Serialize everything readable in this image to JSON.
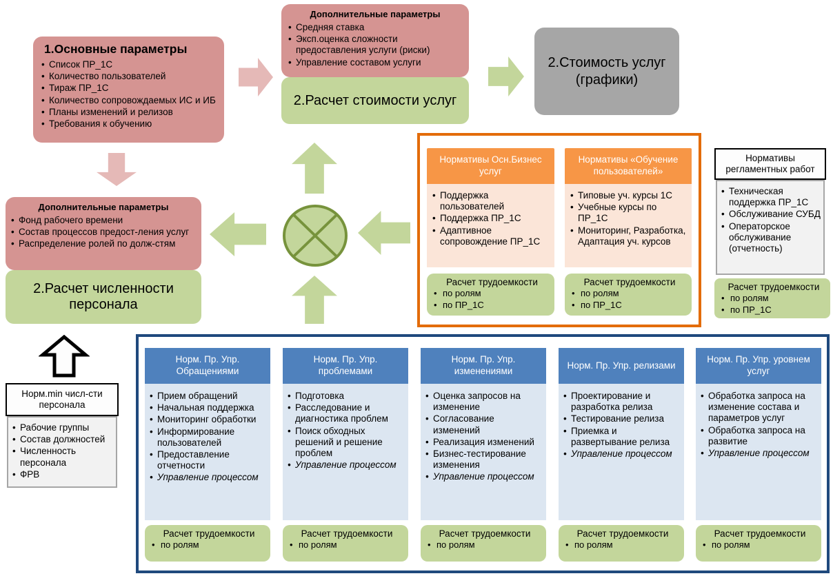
{
  "colors": {
    "pink_box": "#d59492",
    "pink_arrow": "#e5b9b7",
    "green_box": "#c3d69b",
    "green_border": "#77933c",
    "gray_box": "#a6a6a6",
    "orange_header": "#f79646",
    "orange_body": "#fbe5d8",
    "orange_border": "#e36c0a",
    "blue_header": "#4f81bd",
    "blue_body": "#dce6f1",
    "blue_border": "#1f497d",
    "light_gray_body": "#f2f2f2"
  },
  "flow": {
    "basic": {
      "title": "1.Основные параметры",
      "items": [
        "Список ПР_1С",
        "Количество пользователей",
        "Тираж ПР_1С",
        "Количество сопровождаемых ИС и ИБ",
        "Планы изменений и релизов",
        "Требования к обучению"
      ]
    },
    "add_cost": {
      "title": "Дополнительные параметры",
      "items": [
        "Средняя ставка",
        "Эксп.оценка сложности предоставления услуги (риски)",
        "Управление составом услуги"
      ]
    },
    "cost_calc": "2.Расчет стоимости услуг",
    "cost_output": "2.Стоимость услуг (графики)",
    "add_staff": {
      "title": "Дополнительные параметры",
      "items": [
        "Фонд рабочего времени",
        "Состав процессов предост-ления услуг",
        "Распределение ролей по долж-стям"
      ]
    },
    "staff_calc": "2.Расчет численности персонала",
    "min_staff": {
      "title": "Норм.min числ-сти персонала",
      "items": [
        "Рабочие группы",
        "Состав должностей",
        "Численность персонала",
        "ФРВ"
      ]
    }
  },
  "business_norms": {
    "box1": {
      "title": "Нормативы Осн.Бизнес услуг",
      "items": [
        "Поддержка пользователей",
        "Поддержка ПР_1С",
        "Адаптивное сопровождение ПР_1С"
      ],
      "calc": {
        "title": "Расчет трудоемкости",
        "items": [
          "по ролям",
          "по ПР_1С"
        ]
      }
    },
    "box2": {
      "title": "Нормативы «Обучение пользователей»",
      "items": [
        "Типовые уч. курсы 1С",
        "Учебные курсы по ПР_1С",
        "Мониторинг, Разработка, Адаптация  уч. курсов"
      ],
      "calc": {
        "title": "Расчет трудоемкости",
        "items": [
          "по ролям",
          "по ПР_1С"
        ]
      }
    }
  },
  "regulatory": {
    "title": "Нормативы регламентных работ",
    "items": [
      "Техническая поддержка ПР_1С",
      "Обслуживание СУБД",
      "Операторское обслуживание (отчетность)"
    ],
    "calc": {
      "title": "Расчет трудоемкости",
      "items": [
        "по ролям",
        "по ПР_1С"
      ]
    }
  },
  "process_norms": {
    "columns": [
      {
        "title": "Норм. Пр. Упр. Обращениями",
        "items": [
          "Прием обращений",
          "Начальная поддержка",
          "Мониторинг обработки",
          "Информирование пользователей",
          "Предоставление отчетности",
          {
            "text": "Управление процессом",
            "italic": true
          }
        ],
        "calc": {
          "title": "Расчет трудоемкости",
          "items": [
            "по ролям"
          ]
        }
      },
      {
        "title": "Норм. Пр. Упр. проблемами",
        "items": [
          "Подготовка",
          "Расследование и диагностика проблем",
          "Поиск обходных решений и решение проблем",
          {
            "text": "Управление процессом",
            "italic": true
          }
        ],
        "calc": {
          "title": "Расчет трудоемкости",
          "items": [
            "по ролям"
          ]
        }
      },
      {
        "title": "Норм. Пр. Упр. изменениями",
        "items": [
          "Оценка запросов на изменение",
          "Согласование изменений",
          "Реализация изменений",
          "Бизнес-тестирование изменения",
          {
            "text": "Управление процессом",
            "italic": true
          }
        ],
        "calc": {
          "title": "Расчет трудоемкости",
          "items": [
            "по ролям"
          ]
        }
      },
      {
        "title": "Норм. Пр. Упр. релизами",
        "items": [
          "Проектирование и разработка релиза",
          "Тестирование релиза",
          "Приемка и развертывание релиза",
          {
            "text": "Управление процессом",
            "italic": true
          }
        ],
        "calc": {
          "title": "Расчет трудоемкости",
          "items": [
            "по ролям"
          ]
        }
      },
      {
        "title": "Норм. Пр. Упр. уровнем услуг",
        "items": [
          "Обработка запроса на изменение состава и параметров услуг",
          "Обработка запроса на развитие",
          {
            "text": "Управление процессом",
            "italic": true
          }
        ],
        "calc": {
          "title": "Расчет трудоемкости",
          "items": [
            "по ролям"
          ]
        }
      }
    ]
  }
}
